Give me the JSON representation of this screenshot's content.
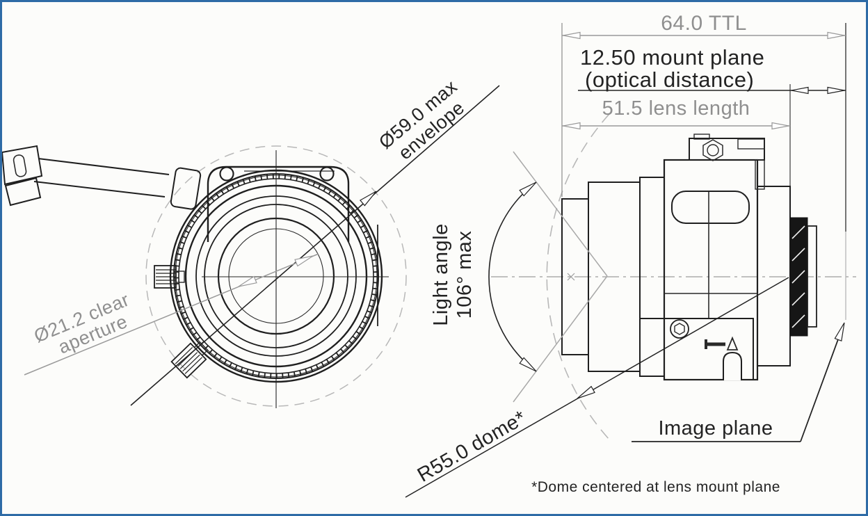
{
  "drawing": {
    "type": "lens mechanical outline drawing",
    "labels": {
      "ttl": "64.0 TTL",
      "mount_plane_1": "12.50 mount plane",
      "mount_plane_2": "(optical distance)",
      "lens_length": "51.5 lens length",
      "envelope_1": "Ø59.0 max",
      "envelope_2": "envelope",
      "aperture_1": "Ø21.2 clear",
      "aperture_2": "aperture",
      "light_angle_1": "Light angle",
      "light_angle_2": "106° max",
      "dome_radius": "R55.0 dome*",
      "image_plane": "Image plane",
      "footnote": "*Dome centered at lens mount plane"
    },
    "values": {
      "total_length_mm": 64.0,
      "mount_plane_optical_distance_mm": 12.5,
      "lens_length_mm": 51.5,
      "max_envelope_diameter_mm": 59.0,
      "clear_aperture_diameter_mm": 21.2,
      "light_angle_max_deg": 106,
      "dome_radius_mm": 55.0
    },
    "colors": {
      "line": "#1f1f1f",
      "dim_gray": "#8f8f8f",
      "construction": "#b8b8b8",
      "border": "#2e6ba6",
      "background": "#fcfcfa"
    }
  }
}
